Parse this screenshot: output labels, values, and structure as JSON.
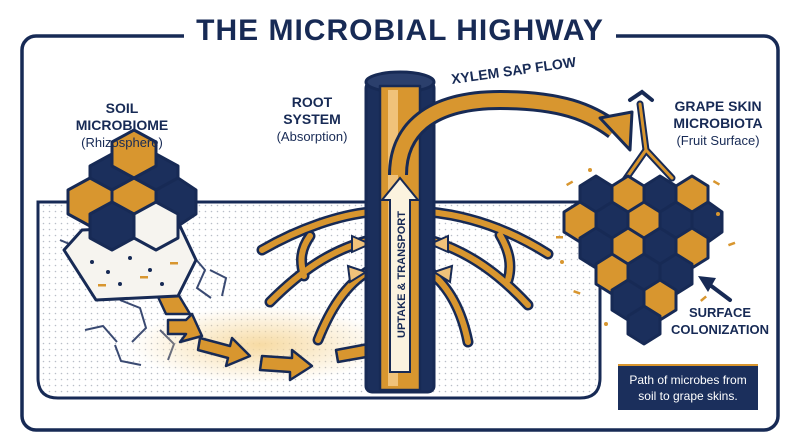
{
  "title": "THE MICROBIAL HIGHWAY",
  "labels": {
    "soil": {
      "line1": "SOIL",
      "line2": "MICROBIOME",
      "sub": "(Rhizosphere)"
    },
    "root": {
      "line1": "ROOT",
      "line2": "SYSTEM",
      "sub": "(Absorption)"
    },
    "grape": {
      "line1": "GRAPE SKIN",
      "line2": "MICROBIOTA",
      "sub": "(Fruit Surface)"
    },
    "xylem": "XYLEM SAP FLOW",
    "uptake": "UPTAKE & TRANSPORT",
    "surface": {
      "line1": "SURFACE",
      "line2": "COLONIZATION"
    }
  },
  "legend": {
    "line1": "Path of microbes from",
    "line2": "soil to grape skins."
  },
  "colors": {
    "navy": "#1b2f5c",
    "gold": "#d8962f",
    "light_gold": "#f0c27a",
    "cream": "#fbf3df"
  },
  "icons": [
    "soil-cluster-icon",
    "root-stem-icon",
    "grape-bunch-icon",
    "flow-arrow-icon"
  ]
}
